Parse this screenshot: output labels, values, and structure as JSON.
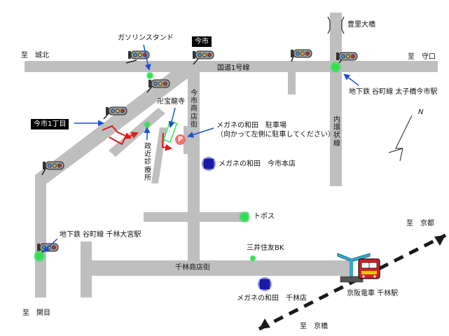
{
  "map": {
    "roads": {
      "route1": "国道1号線",
      "kokudo_note": "",
      "imaichi_street": "今市商店街",
      "sembayashi_street": "千林商店街",
      "inner_ring": "内環状線"
    },
    "directions": {
      "to_jotohoku": "至　城北",
      "to_moriguchi": "至　守口",
      "to_sekime": "至　関目",
      "to_kyoto": "至　京都",
      "to_kyobashi": "至　京橋",
      "north": "N"
    },
    "places": {
      "gas_station": "ガソリンスタンド",
      "imaichi_tag": "今市",
      "imaichi_1chome_tag": "今市1丁目",
      "toyosato_bridge": "豊里大橋",
      "taishibashi_station": "地下鉄 谷町線 太子橋今市駅",
      "senbayashi_omiya_station": "地下鉄 谷町線 千林大宮駅",
      "temple": "卍宝龍寺",
      "clinic": "政近診療所",
      "parking_title": "メガネの和田　駐車場",
      "parking_note": "（向かって左側に駐車してください）",
      "parking_mark": "P",
      "honten": "メガネの和田　今市本店",
      "topos": "トポス",
      "mitsui_bank": "三井住友BK",
      "senbayashi_shop": "メガネの和田　千林店",
      "keihan_station": "京阪電車 千林駅"
    },
    "colors": {
      "road": "#bfbfbf",
      "shop": "#1a1aa8",
      "landmark": "#33e055",
      "route_arrow": "#e01818",
      "pointer": "#1a50d6",
      "parking": "#f07070",
      "railway": "#1a1a1a"
    }
  }
}
